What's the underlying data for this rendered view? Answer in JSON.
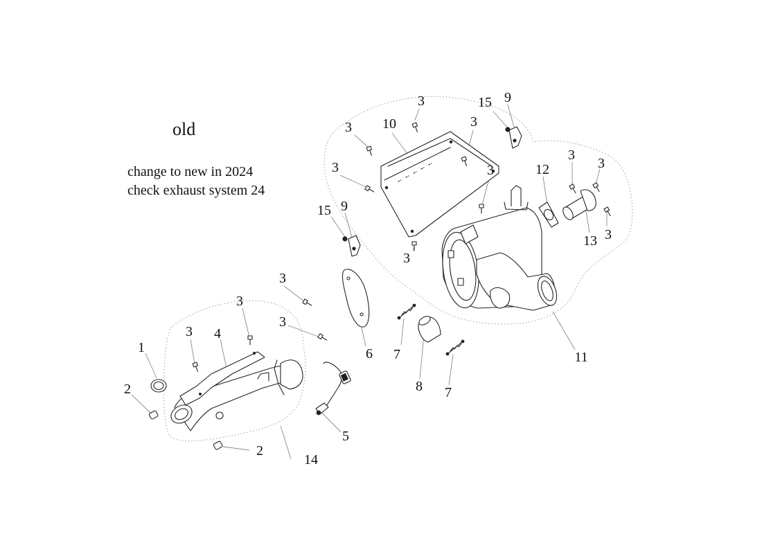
{
  "page": {
    "title": "old",
    "notes": [
      "change to new in 2024",
      "check exhaust system 24"
    ]
  },
  "callouts": [
    {
      "id": "c1",
      "label": "1"
    },
    {
      "id": "c2a",
      "label": "2"
    },
    {
      "id": "c2b",
      "label": "2"
    },
    {
      "id": "c3a",
      "label": "3"
    },
    {
      "id": "c3b",
      "label": "3"
    },
    {
      "id": "c3c",
      "label": "3"
    },
    {
      "id": "c3d",
      "label": "3"
    },
    {
      "id": "c3e",
      "label": "3"
    },
    {
      "id": "c3f",
      "label": "3"
    },
    {
      "id": "c3g",
      "label": "3"
    },
    {
      "id": "c3h",
      "label": "3"
    },
    {
      "id": "c3i",
      "label": "3"
    },
    {
      "id": "c3j",
      "label": "3"
    },
    {
      "id": "c3k",
      "label": "3"
    },
    {
      "id": "c3l",
      "label": "3"
    },
    {
      "id": "c3m",
      "label": "3"
    },
    {
      "id": "c3n",
      "label": "3"
    },
    {
      "id": "c4",
      "label": "4"
    },
    {
      "id": "c5",
      "label": "5"
    },
    {
      "id": "c6",
      "label": "6"
    },
    {
      "id": "c7a",
      "label": "7"
    },
    {
      "id": "c7b",
      "label": "7"
    },
    {
      "id": "c8",
      "label": "8"
    },
    {
      "id": "c9a",
      "label": "9"
    },
    {
      "id": "c9b",
      "label": "9"
    },
    {
      "id": "c10",
      "label": "10"
    },
    {
      "id": "c11",
      "label": "11"
    },
    {
      "id": "c12",
      "label": "12"
    },
    {
      "id": "c13",
      "label": "13"
    },
    {
      "id": "c14",
      "label": "14"
    },
    {
      "id": "c15a",
      "label": "15"
    },
    {
      "id": "c15b",
      "label": "15"
    }
  ]
}
